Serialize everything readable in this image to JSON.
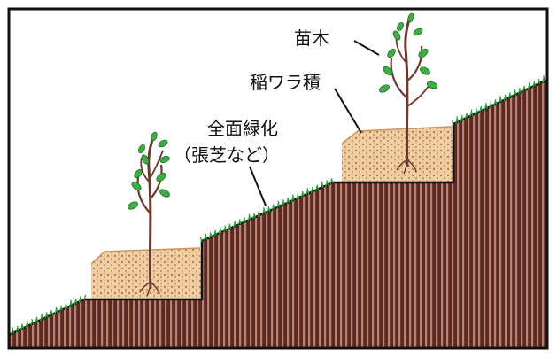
{
  "labels": {
    "seedling": "苗木",
    "straw": "稲ワラ積",
    "greening_line1": "全面緑化",
    "greening_line2": "（張芝など）"
  },
  "colors": {
    "soil_dark": "#5a2a22",
    "soil_light": "#b98270",
    "grass": "#2f9e3a",
    "straw_fill": "#f0cfa6",
    "straw_dot": "#b8814c",
    "stem": "#6b3a2e",
    "leaf": "#3fae46",
    "leaf_dark": "#1f6e2a",
    "outline": "#111111"
  }
}
